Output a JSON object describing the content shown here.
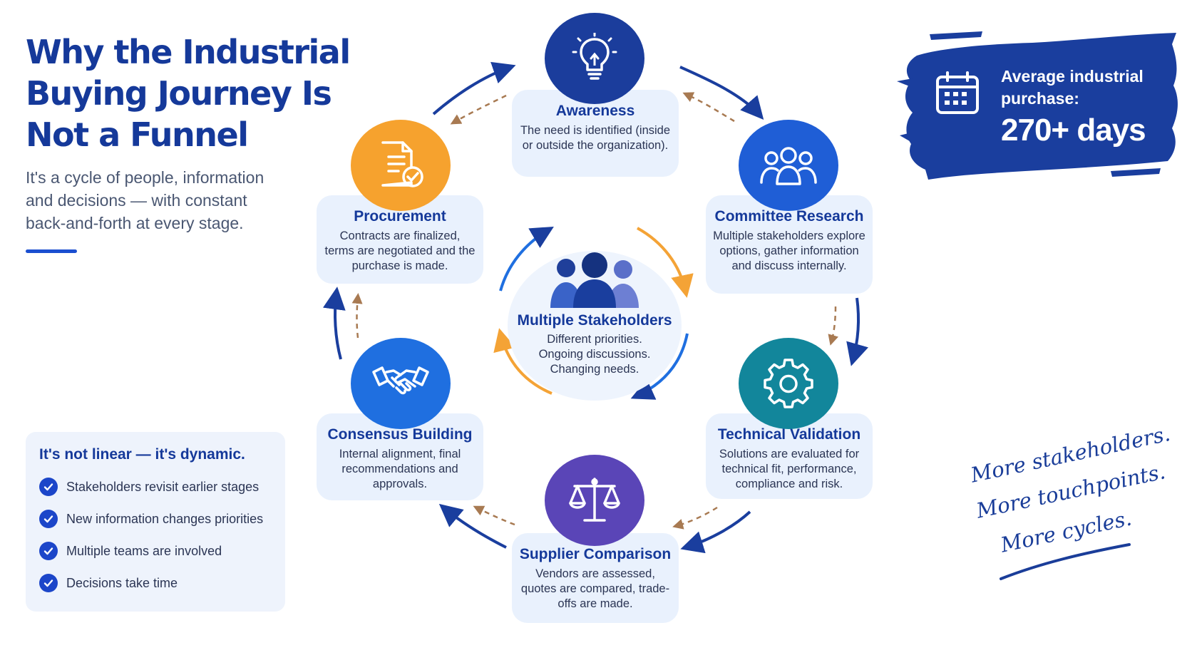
{
  "header": {
    "title_lines": [
      "Why the Industrial",
      "Buying Journey Is",
      "Not a Funnel"
    ],
    "subtitle": "It's a cycle of people, information and decisions — with constant back-and-forth at every stage."
  },
  "callout": {
    "title": "It's not linear — it's dynamic.",
    "items": [
      "Stakeholders revisit earlier stages",
      "New information changes priorities",
      "Multiple teams are involved",
      "Decisions take time"
    ],
    "check_icon": "check-circle-icon"
  },
  "stat_badge": {
    "label": "Average industrial purchase:",
    "value": "270+ days",
    "icon": "calendar-icon",
    "color": "#1a3e9e"
  },
  "handwritten_note": [
    "More stakeholders.",
    "More touchpoints.",
    "More cycles."
  ],
  "center": {
    "title": "Multiple Stakeholders",
    "lines": [
      "Different priorities.",
      "Ongoing discussions.",
      "Changing needs."
    ],
    "icon": "people-group-icon"
  },
  "stages": [
    {
      "title": "Awareness",
      "description": "The need is identified (inside or outside the organization).",
      "icon": "lightbulb-icon",
      "color": "#1b3d9c"
    },
    {
      "title": "Committee Research",
      "description": "Multiple stakeholders explore options, gather information and discuss internally.",
      "icon": "team-icon",
      "color": "#1f5ed6"
    },
    {
      "title": "Technical Validation",
      "description": "Solutions are evaluated for technical fit, performance, compliance and risk.",
      "icon": "gear-icon",
      "color": "#12869b"
    },
    {
      "title": "Supplier Comparison",
      "description": "Vendors are assessed, quotes are compared, trade-offs are made.",
      "icon": "scale-icon",
      "color": "#5a45b7"
    },
    {
      "title": "Consensus Building",
      "description": "Internal alignment, final recommendations and approvals.",
      "icon": "handshake-icon",
      "color": "#1f6fe0"
    },
    {
      "title": "Procurement",
      "description": "Contracts are finalized, terms are negotiated and the purchase is made.",
      "icon": "document-check-icon",
      "color": "#f6a22e"
    }
  ],
  "colors": {
    "primary": "#15399a",
    "card_bg": "#e9f1fd",
    "arrow_blue": "#1a3e9e",
    "arrow_orange": "#f4a336",
    "dashed_brown": "#a87a52"
  }
}
